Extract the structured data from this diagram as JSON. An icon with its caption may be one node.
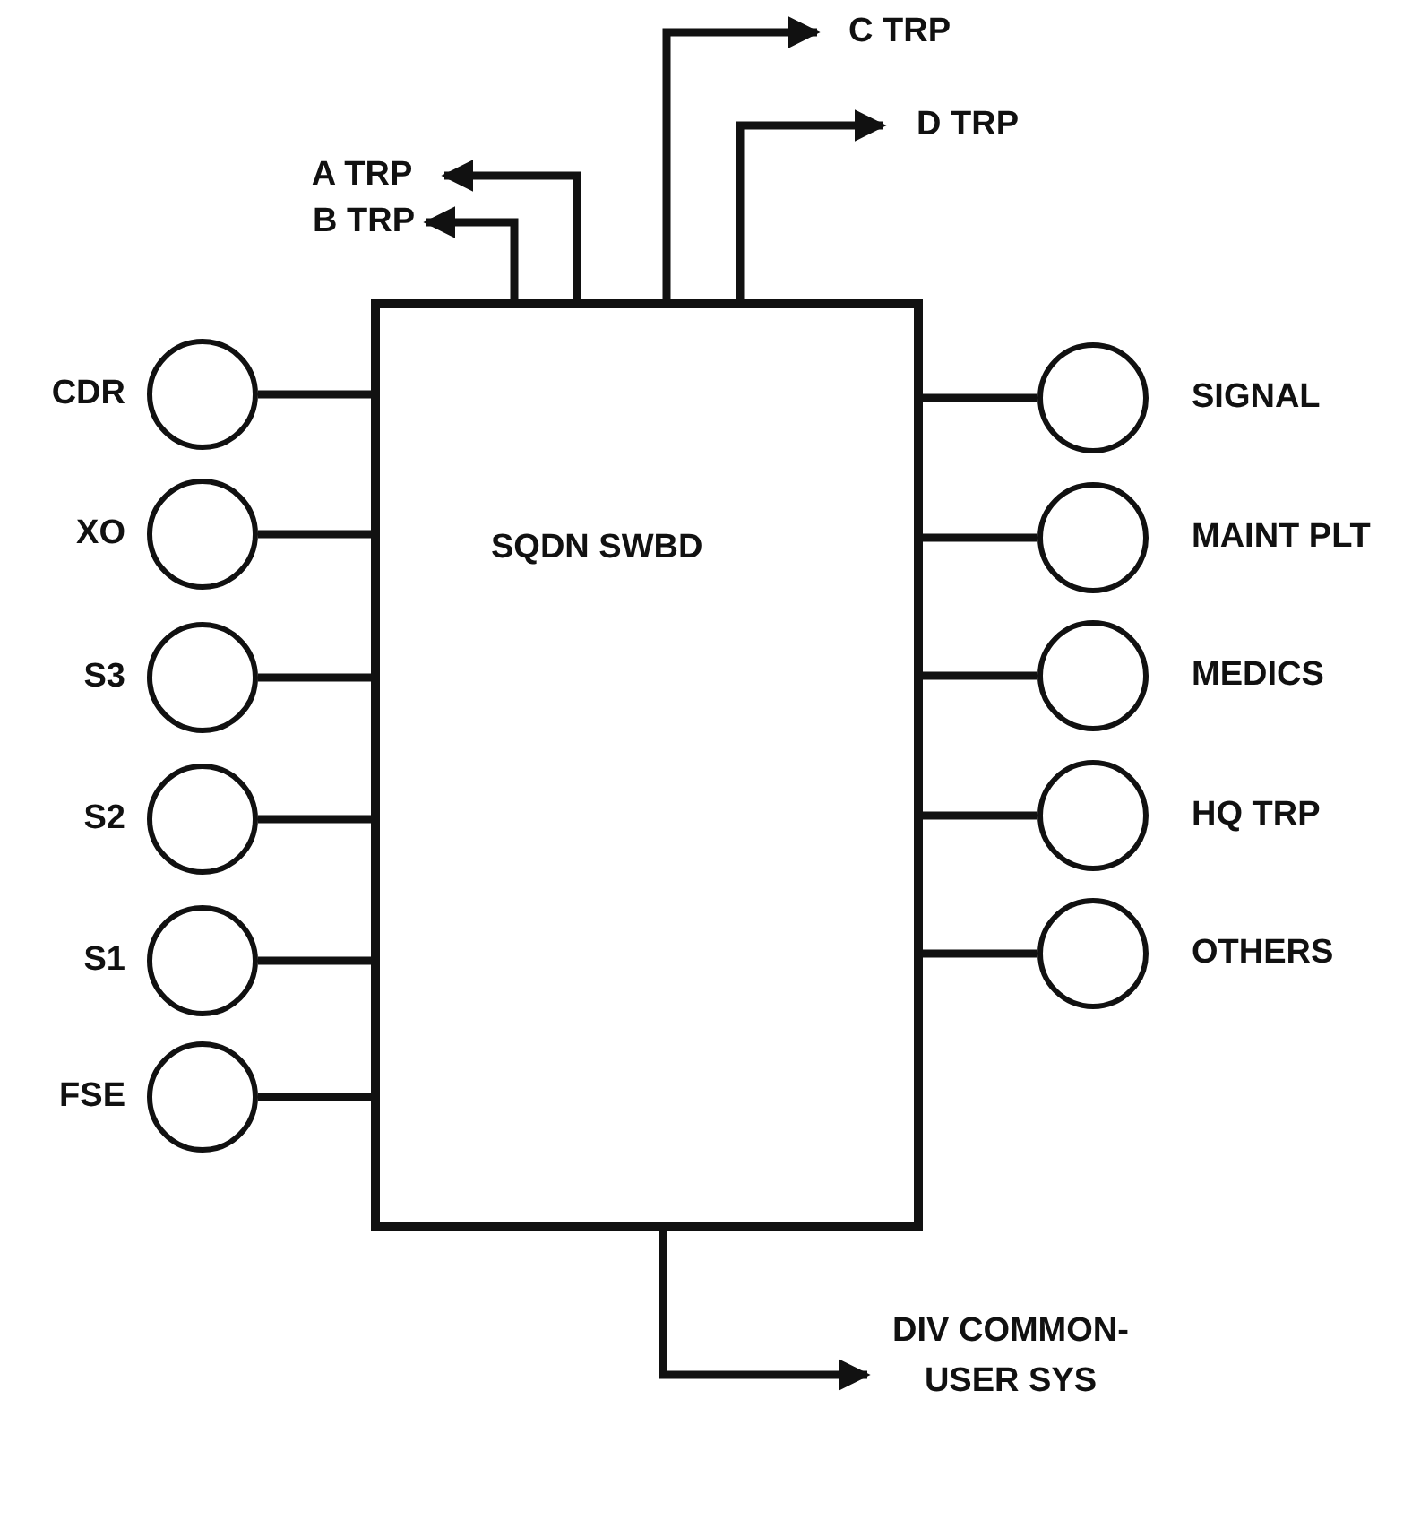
{
  "diagram": {
    "nodes": [
      {
        "text": [
          "SQDN SWBD"
        ]
      },
      {
        "text": [],
        "shape": "circle",
        "beside": [
          "CDR"
        ]
      },
      {
        "text": [],
        "shape": "circle",
        "beside": [
          "XO"
        ]
      },
      {
        "text": [],
        "shape": "circle",
        "beside": [
          "S3"
        ]
      },
      {
        "text": [],
        "shape": "circle",
        "beside": [
          "S2"
        ]
      },
      {
        "text": [],
        "shape": "circle",
        "beside": [
          "S1"
        ]
      },
      {
        "text": [],
        "shape": "circle",
        "beside": [
          "FSE"
        ]
      },
      {
        "text": [],
        "shape": "circle",
        "beside": [
          "SIGNAL"
        ]
      },
      {
        "text": [],
        "shape": "circle",
        "beside": [
          "MAINT PLT"
        ]
      },
      {
        "text": [],
        "shape": "circle",
        "beside": [
          "MEDICS"
        ]
      },
      {
        "text": [],
        "shape": "circle",
        "beside": [
          "HQ TRP"
        ]
      },
      {
        "text": [],
        "shape": "circle",
        "beside": [
          "OTHERS"
        ]
      },
      {
        "text": [
          "A TRP"
        ]
      },
      {
        "text": [
          "B TRP"
        ]
      },
      {
        "text": [
          "C TRP"
        ]
      },
      {
        "text": [
          "D TRP"
        ]
      },
      {
        "text": [
          "DIV COMMON-USER SYS"
        ]
      }
    ],
    "edges": [
      {
        "from": 1,
        "to": 0,
        "arrow": "none"
      },
      {
        "from": 2,
        "to": 0,
        "arrow": "none"
      },
      {
        "from": 3,
        "to": 0,
        "arrow": "none"
      },
      {
        "from": 4,
        "to": 0,
        "arrow": "none"
      },
      {
        "from": 5,
        "to": 0,
        "arrow": "none"
      },
      {
        "from": 6,
        "to": 0,
        "arrow": "none"
      },
      {
        "from": 7,
        "to": 0,
        "arrow": "none"
      },
      {
        "from": 8,
        "to": 0,
        "arrow": "none"
      },
      {
        "from": 9,
        "to": 0,
        "arrow": "none"
      },
      {
        "from": 10,
        "to": 0,
        "arrow": "none"
      },
      {
        "from": 11,
        "to": 0,
        "arrow": "none"
      },
      {
        "from": 0,
        "to": 12,
        "arrow": "to"
      },
      {
        "from": 0,
        "to": 13,
        "arrow": "to"
      },
      {
        "from": 0,
        "to": 14,
        "arrow": "to"
      },
      {
        "from": 0,
        "to": 15,
        "arrow": "to"
      },
      {
        "from": 0,
        "to": 16,
        "arrow": "to"
      }
    ]
  }
}
